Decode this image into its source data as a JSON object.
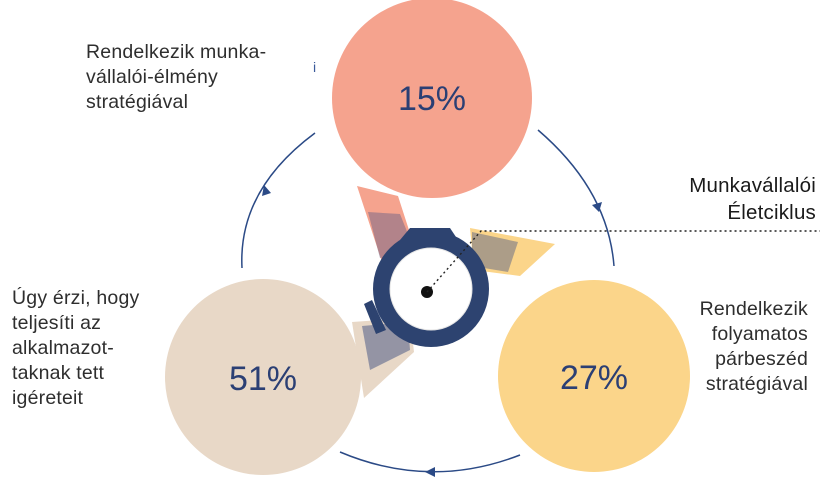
{
  "labels": {
    "top": "Rendelkezik munka-\nvállalói-élmény\nstratégiával",
    "left": "Úgy érzi, hogy\nteljesíti az\nalkalmazot-\ntaknak tett\nigéreteit",
    "right": "Rendelkezik\nfolyamatos\npárbeszéd\nstratégiával",
    "center": "Munkavállalói\nÉletciklus",
    "stray": "i"
  },
  "circles": [
    {
      "id": "top",
      "value": "15%",
      "color": "#F5A38E"
    },
    {
      "id": "right",
      "value": "27%",
      "color": "#FBD58A"
    },
    {
      "id": "left",
      "value": "51%",
      "color": "#E8D8C7"
    }
  ],
  "colors": {
    "hub": "#2D4370",
    "arrows": "#2B4A86",
    "text": "#2e2e2e",
    "percent": "#2B3F74"
  }
}
